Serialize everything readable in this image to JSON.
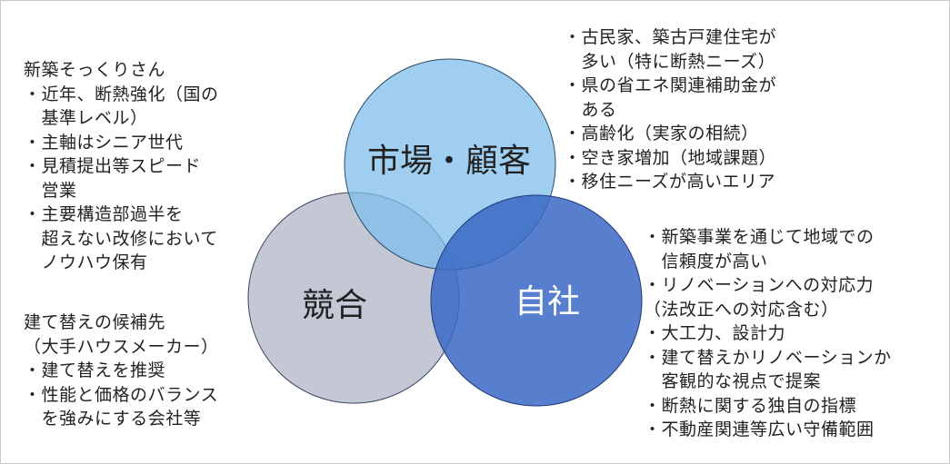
{
  "circles": {
    "market": {
      "label": "市場・顧客",
      "color": "#8ec5ee"
    },
    "competitor": {
      "label": "競合",
      "color": "#c3c8d4"
    },
    "company": {
      "label": "自社",
      "color": "#4a70c6"
    }
  },
  "competitor_notes": {
    "group1": [
      "新築そっくりさん",
      "・近年、断熱強化（国の",
      "　基準レベル）",
      "・主軸はシニア世代",
      "・見積提出等スピード",
      "　営業",
      "・主要構造部過半を",
      "　超えない改修において",
      "　ノウハウ保有"
    ],
    "group2": [
      "建て替えの候補先",
      "（大手ハウスメーカー）",
      "・建て替えを推奨",
      "・性能と価格のバランス",
      "　を強みにする会社等"
    ]
  },
  "market_notes": [
    "・古民家、築古戸建住宅が",
    "　多い（特に断熱ニーズ）",
    "・県の省エネ関連補助金が",
    "　ある",
    "・高齢化（実家の相続）",
    "・空き家増加（地域課題）",
    "・移住ニーズが高いエリア"
  ],
  "company_notes": [
    "・新築事業を通じて地域での",
    "　信頼度が高い",
    "・リノベーションへの対応力",
    "（法改正への対応含む）",
    "・大工力、設計力",
    "・建て替えかリノベーションか",
    "　客観的な視点で提案",
    "・断熱に関する独自の指標",
    "・不動産関連等広い守備範囲"
  ]
}
